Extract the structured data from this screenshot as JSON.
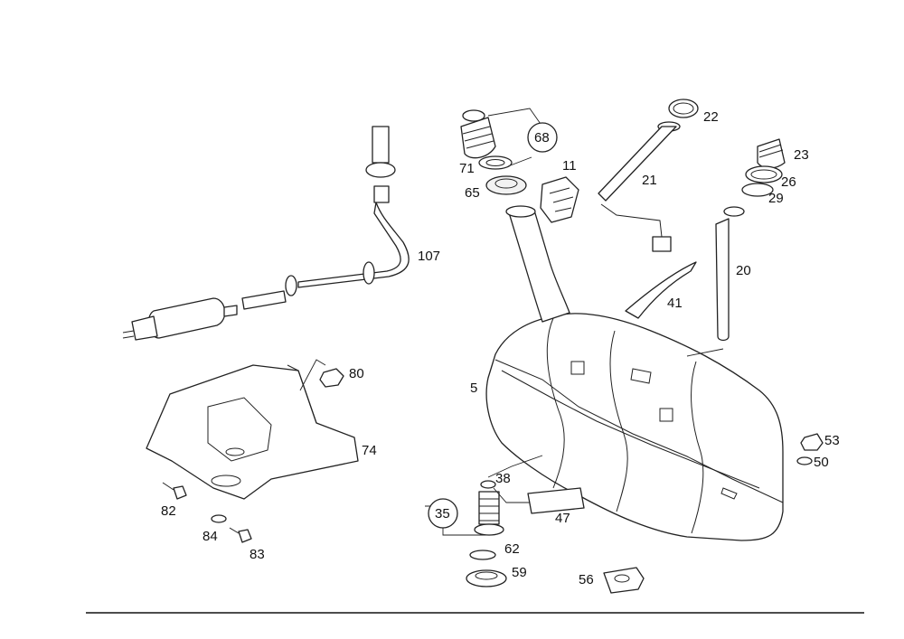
{
  "callouts": {
    "c5": "5",
    "c11": "11",
    "c20": "20",
    "c21": "21",
    "c22": "22",
    "c23": "23",
    "c26": "26",
    "c29": "29",
    "c35": "35",
    "c38": "38",
    "c41": "41",
    "c47": "47",
    "c50": "50",
    "c53": "53",
    "c56": "56",
    "c59": "59",
    "c62": "62",
    "c65": "65",
    "c68": "68",
    "c71": "71",
    "c74": "74",
    "c80": "80",
    "c82": "82",
    "c83": "83",
    "c84": "84",
    "c107": "107"
  },
  "colors": {
    "line": "#222222",
    "background": "#ffffff"
  }
}
